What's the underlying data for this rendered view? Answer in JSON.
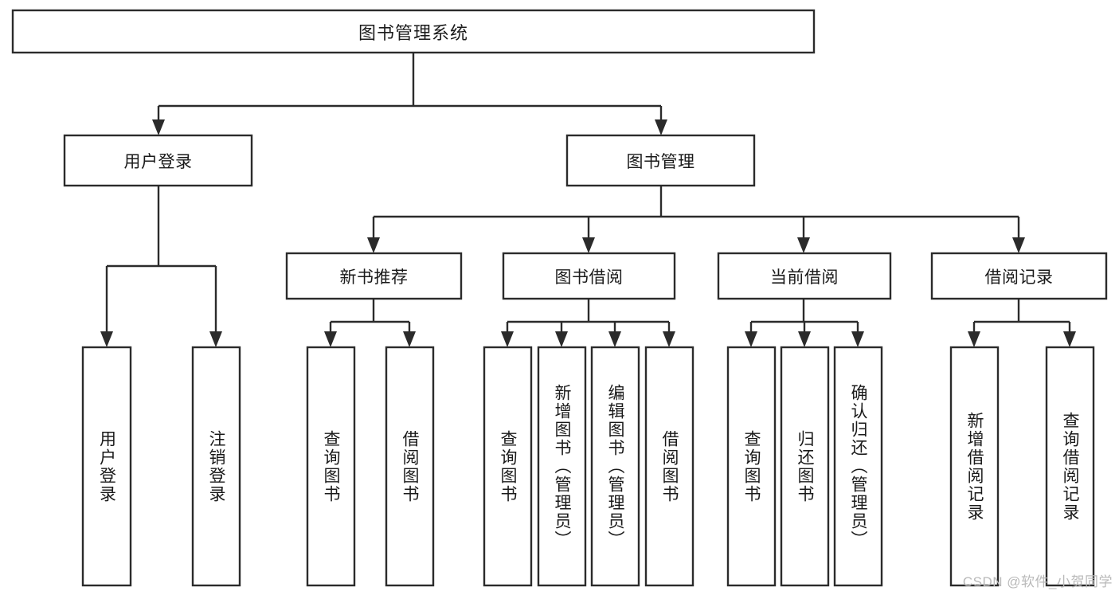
{
  "diagram": {
    "title": "图书管理系统",
    "type": "tree-hierarchy",
    "watermark": "CSDN @软件_小贺同学",
    "colors": {
      "stroke": "#2b2b2b",
      "fill": "#ffffff",
      "text": "#1a1a1a",
      "watermark": "#b9b9b9"
    },
    "nodes": {
      "root": "图书管理系统",
      "level2": {
        "user_login": "用户登录",
        "book_manage": "图书管理"
      },
      "level3": {
        "new_book_recommend": "新书推荐",
        "book_borrow": "图书借阅",
        "current_borrow": "当前借阅",
        "borrow_record": "借阅记录"
      },
      "leaves": {
        "user_login_1": "用户登录",
        "user_login_2": "注销登录",
        "new_book_1": "查询图书",
        "new_book_2": "借阅图书",
        "book_borrow_1": "查询图书",
        "book_borrow_2": "新增图书（管理员）",
        "book_borrow_3": "编辑图书（管理员）",
        "book_borrow_4": "借阅图书",
        "current_borrow_1": "查询图书",
        "current_borrow_2": "归还图书",
        "current_borrow_3": "确认归还（管理员）",
        "borrow_record_1": "新增借阅记录",
        "borrow_record_2": "查询借阅记录"
      }
    },
    "edges": [
      {
        "from": "root",
        "to": "user_login"
      },
      {
        "from": "root",
        "to": "book_manage"
      },
      {
        "from": "book_manage",
        "to": "new_book_recommend"
      },
      {
        "from": "book_manage",
        "to": "book_borrow"
      },
      {
        "from": "book_manage",
        "to": "current_borrow"
      },
      {
        "from": "book_manage",
        "to": "borrow_record"
      },
      {
        "from": "user_login",
        "to": "user_login_1"
      },
      {
        "from": "user_login",
        "to": "user_login_2"
      },
      {
        "from": "new_book_recommend",
        "to": "new_book_1"
      },
      {
        "from": "new_book_recommend",
        "to": "new_book_2"
      },
      {
        "from": "book_borrow",
        "to": "book_borrow_1"
      },
      {
        "from": "book_borrow",
        "to": "book_borrow_2"
      },
      {
        "from": "book_borrow",
        "to": "book_borrow_3"
      },
      {
        "from": "book_borrow",
        "to": "book_borrow_4"
      },
      {
        "from": "current_borrow",
        "to": "current_borrow_1"
      },
      {
        "from": "current_borrow",
        "to": "current_borrow_2"
      },
      {
        "from": "current_borrow",
        "to": "current_borrow_3"
      },
      {
        "from": "borrow_record",
        "to": "borrow_record_1"
      },
      {
        "from": "borrow_record",
        "to": "borrow_record_2"
      }
    ]
  }
}
